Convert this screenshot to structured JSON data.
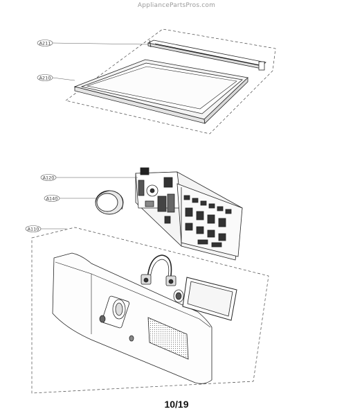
{
  "watermark": "AppliancePartsPros.com",
  "page_number": "10/19",
  "callouts": [
    {
      "id": "A211",
      "label": "A211"
    },
    {
      "id": "A210",
      "label": "A210"
    },
    {
      "id": "A120",
      "label": "A120"
    },
    {
      "id": "A140",
      "label": "A140"
    },
    {
      "id": "A110",
      "label": "A110"
    }
  ],
  "colors": {
    "line": "#222222",
    "dash": "#444444",
    "watermark": "#9a9a9a"
  }
}
